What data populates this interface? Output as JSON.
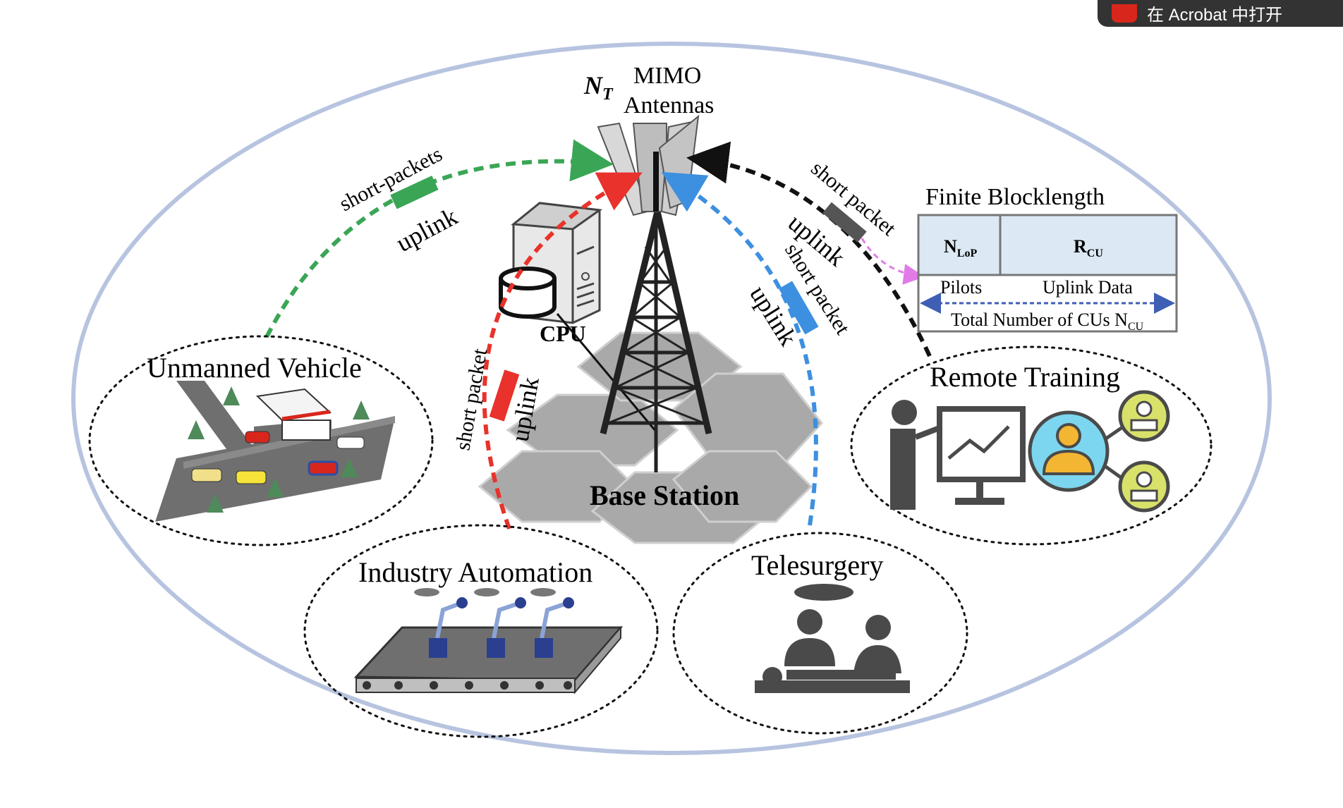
{
  "toolbar": {
    "open_in_acrobat": "在 Acrobat 中打开"
  },
  "antenna": {
    "symbol": "N",
    "subscript": "T",
    "line1": "MIMO",
    "line2": "Antennas"
  },
  "cpu_label": "CPU",
  "base_station_label": "Base Station",
  "scenarios": {
    "unmanned_vehicle": "Unmanned Vehicle",
    "industry_automation": "Industry Automation",
    "telesurgery": "Telesurgery",
    "remote_training": "Remote Training"
  },
  "links": {
    "green": {
      "packet": "short-packets",
      "direction": "uplink",
      "color": "#3aa655"
    },
    "red": {
      "packet": "short packet",
      "direction": "uplink",
      "color": "#e8322b"
    },
    "blue": {
      "packet": "short packet",
      "direction": "uplink",
      "color": "#3d8fe0"
    },
    "black": {
      "packet": "short packet",
      "direction": "uplink",
      "color": "#111111"
    }
  },
  "blocklength": {
    "title": "Finite Blocklength",
    "cell1": "N",
    "cell1_sub": "LoP",
    "cell2": "R",
    "cell2_sub": "CU",
    "label1": "Pilots",
    "label2": "Uplink Data",
    "total": "Total Number of CUs N",
    "total_sub": "CU"
  },
  "colors": {
    "ellipse": "#b7c4e0",
    "table_fill": "#dce8f4",
    "hex": "#a9a9a9",
    "magenta": "#e27be8"
  }
}
